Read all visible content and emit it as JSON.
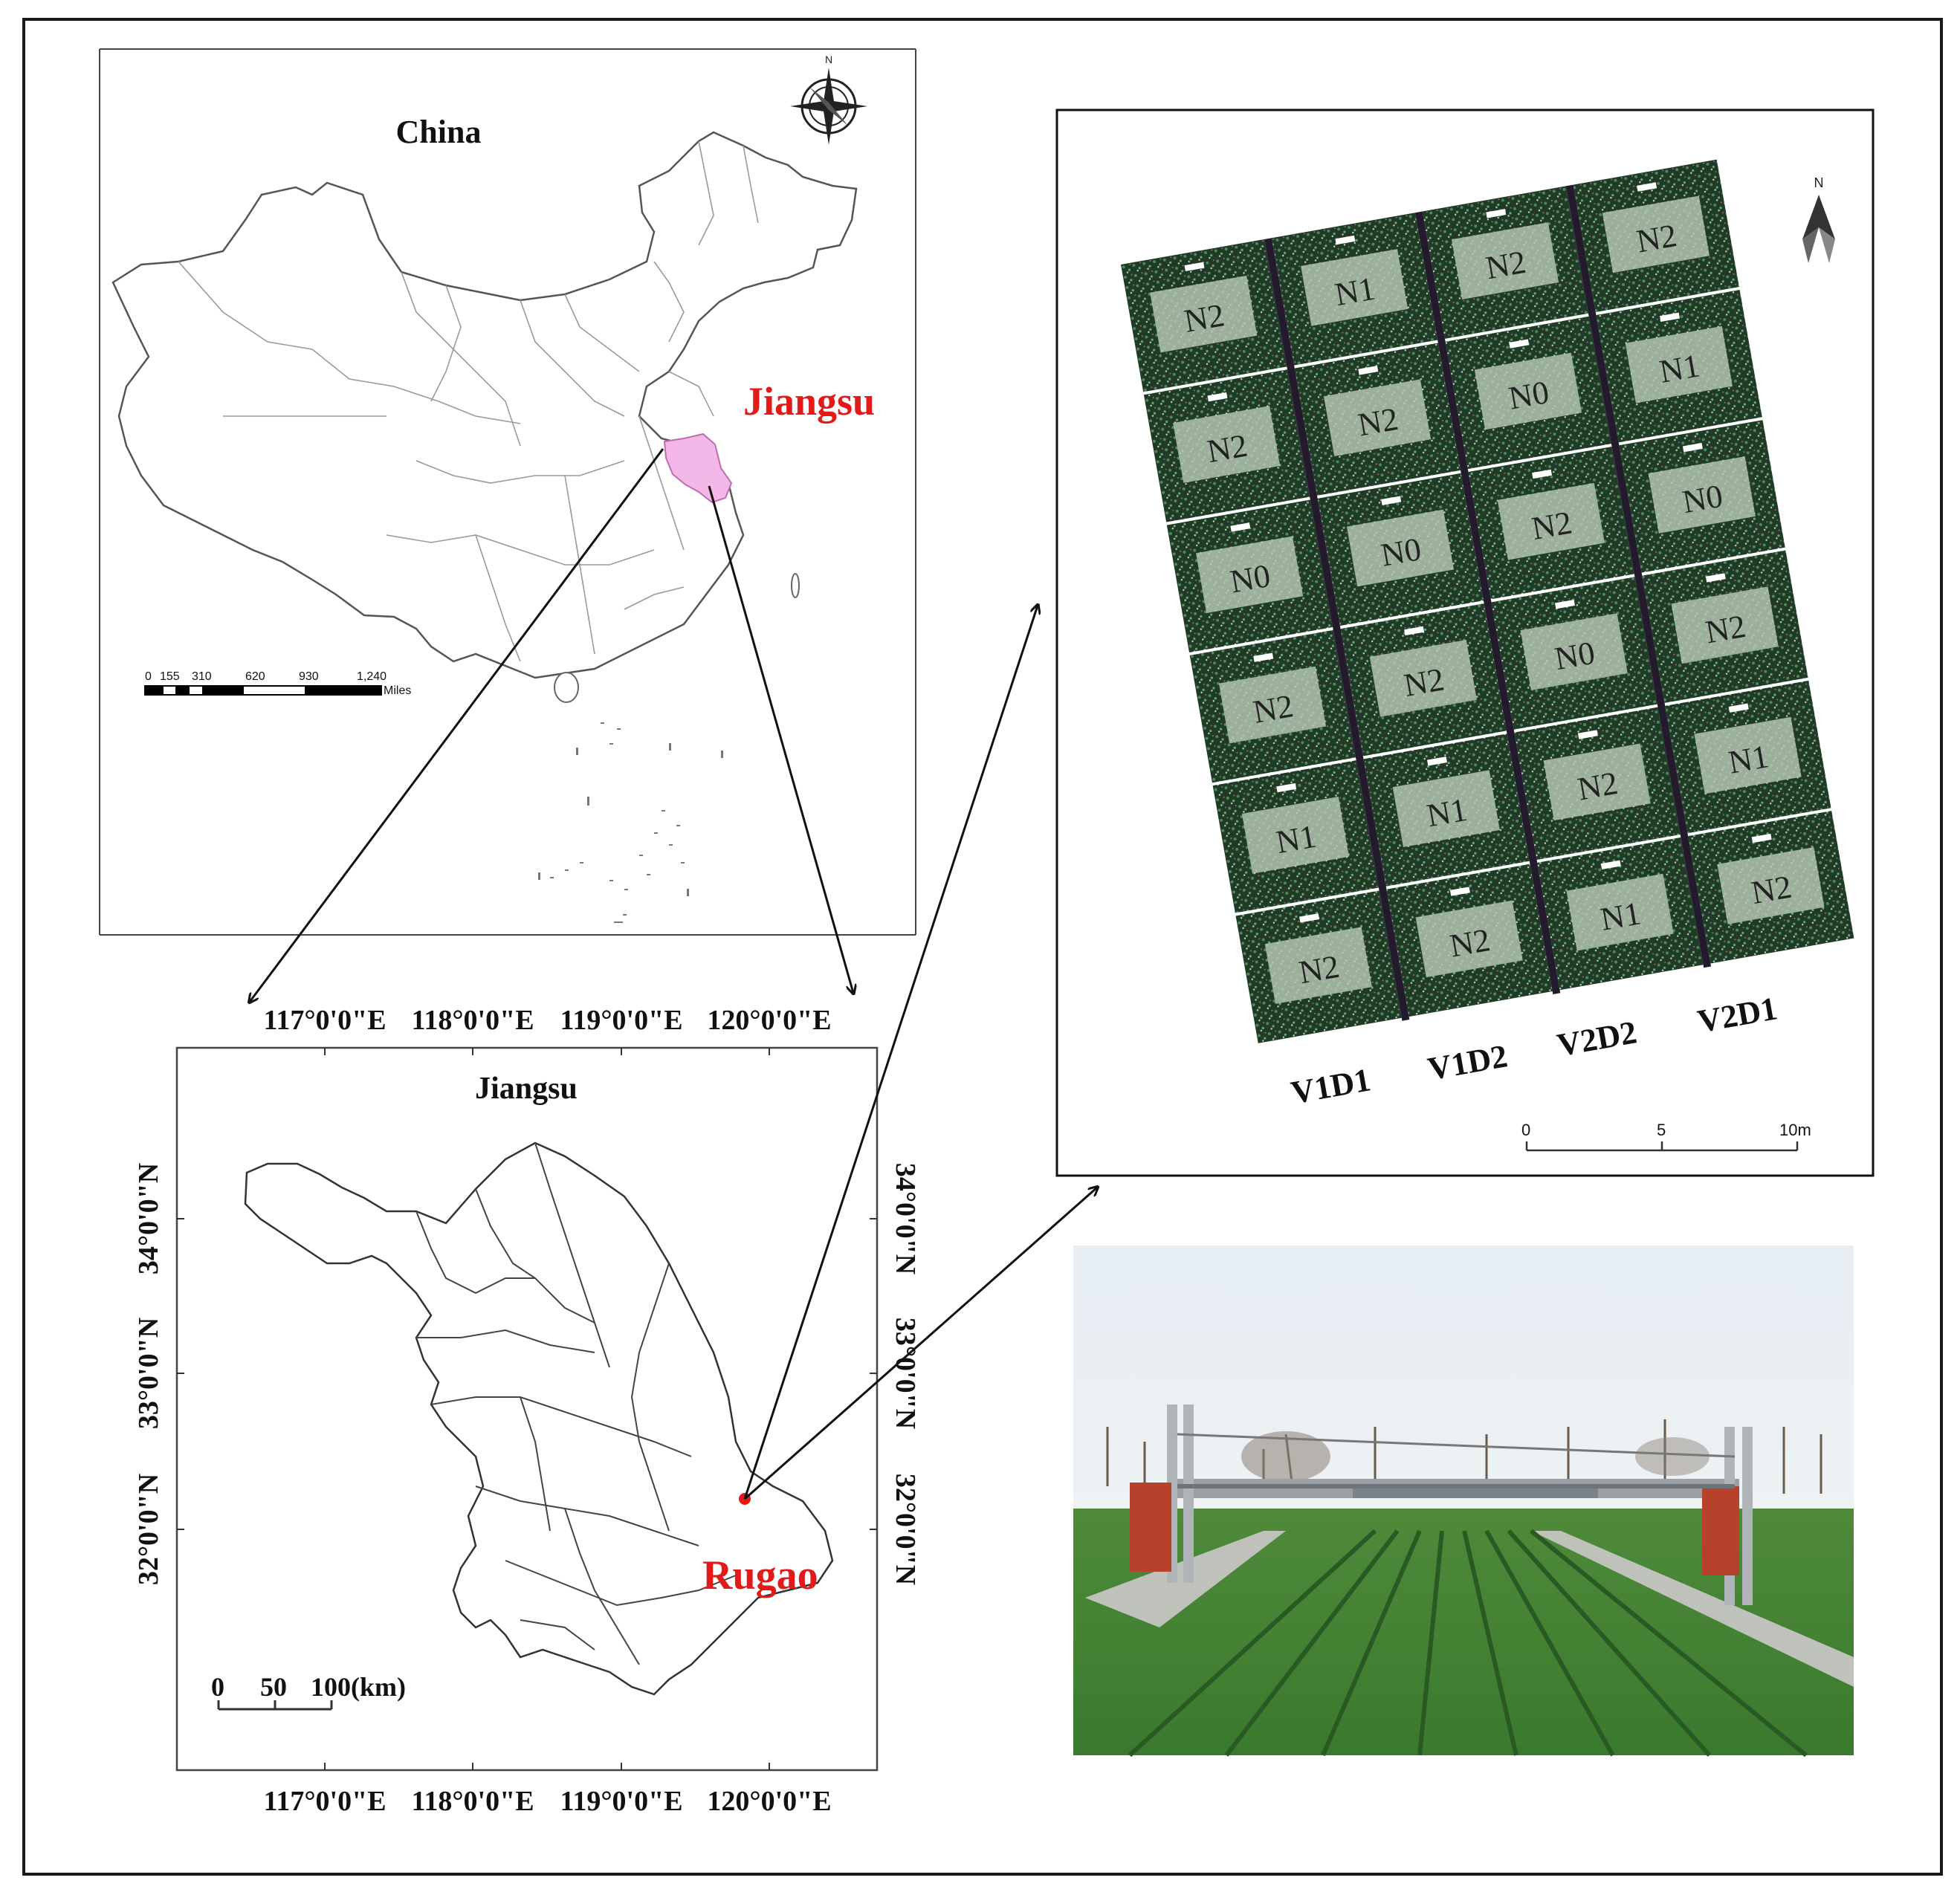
{
  "china_map": {
    "title": "China",
    "highlight_label": "Jiangsu",
    "scale_ticks": [
      "0",
      "155",
      "310",
      "620",
      "930",
      "1,240"
    ],
    "scale_unit": "Miles",
    "north": "N"
  },
  "jiangsu_map": {
    "title": "Jiangsu",
    "site_label": "Rugao",
    "lon_labels": [
      "117°0'0\"E",
      "118°0'0\"E",
      "119°0'0\"E",
      "120°0'0\"E"
    ],
    "lat_labels": [
      "34°0'0\"N",
      "33°0'0\"N",
      "32°0'0\"N"
    ],
    "scale_ticks": [
      "0",
      "50",
      "100(km)"
    ]
  },
  "plot_map": {
    "north": "N",
    "columns": [
      {
        "label": "V1D1",
        "plots": [
          "N2",
          "N2",
          "N0",
          "N2",
          "N1",
          "N2"
        ]
      },
      {
        "label": "V1D2",
        "plots": [
          "N1",
          "N2",
          "N0",
          "N2",
          "N1",
          "N2"
        ]
      },
      {
        "label": "V2D2",
        "plots": [
          "N2",
          "N0",
          "N2",
          "N0",
          "N2",
          "N1"
        ]
      },
      {
        "label": "V2D1",
        "plots": [
          "N2",
          "N1",
          "N0",
          "N2",
          "N1",
          "N2"
        ]
      }
    ],
    "scale_ticks": [
      "0",
      "5",
      "10m"
    ]
  },
  "colors": {
    "frame": "#1a1a1a",
    "jiangsu_highlight": "#f4b8e8",
    "red_label": "#e21a1a",
    "crop_green": "#2f6a2f",
    "plot_label_bg": "#b8c9b4",
    "sky": "#e9eef2"
  }
}
